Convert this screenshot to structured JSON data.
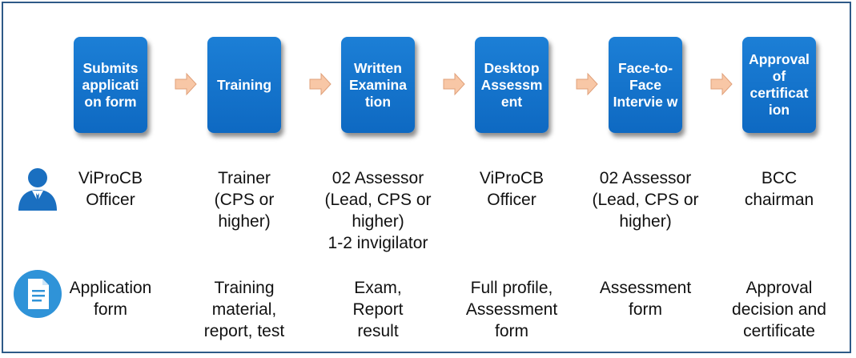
{
  "steps": [
    {
      "label": "Submits applicati on form"
    },
    {
      "label": "Training"
    },
    {
      "label": "Written Examina tion"
    },
    {
      "label": "Desktop Assessm ent"
    },
    {
      "label": "Face-to- Face Intervie w"
    },
    {
      "label": "Approval of certificat ion"
    }
  ],
  "roles": [
    "ViProCB\nOfficer",
    "Trainer\n(CPS or\nhigher)",
    "02 Assessor\n(Lead, CPS or\nhigher)\n1-2 invigilator",
    "ViProCB\nOfficer",
    "02 Assessor\n(Lead, CPS or\nhigher)",
    "BCC\nchairman"
  ],
  "documents": [
    "Application\nform",
    "Training\nmaterial,\nreport, test",
    "Exam,\nReport\nresult",
    "Full profile,\nAssessment\nform",
    "Assessment\nform",
    "Approval\ndecision and\ncertificate"
  ],
  "icons": {
    "role_row": "person-icon",
    "document_row": "document-icon"
  },
  "colors": {
    "step_fill": "#1273cc",
    "arrow_fill": "#f8c7a6",
    "border": "#2e5a87",
    "person_icon": "#1a6fc0",
    "document_icon": "#2f93d8"
  }
}
